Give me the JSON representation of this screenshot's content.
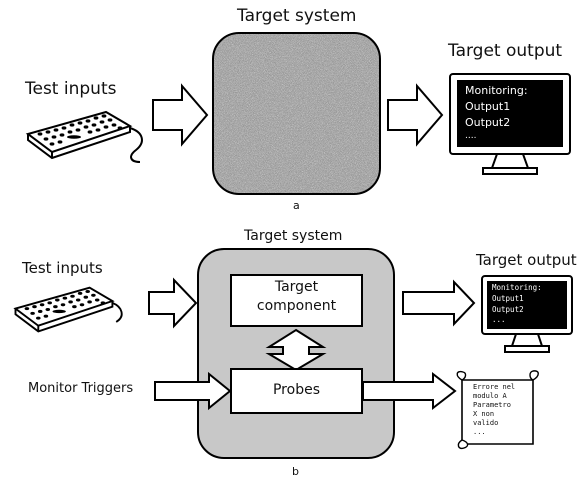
{
  "panel_a": {
    "caption": "a",
    "target_system_label": "Target system",
    "target_output_label": "Target output",
    "test_inputs_label": "Test inputs",
    "monitor_lines": [
      "Monitoring:",
      "Output1",
      "Output2",
      "...."
    ]
  },
  "panel_b": {
    "caption": "b",
    "target_system_label": "Target system",
    "target_output_label": "Target output",
    "test_inputs_label": "Test inputs",
    "monitor_triggers_label": "Monitor Triggers",
    "component_line1": "Target",
    "component_line2": "component",
    "probes_label": "Probes",
    "monitor_lines": [
      "Monitoring:",
      "Output1",
      "Output2",
      "..."
    ],
    "log_lines": [
      "Errore nel",
      "modulo A",
      "Parametro",
      "X non",
      "valido",
      "..."
    ]
  },
  "icons": {
    "keyboard": "keyboard-icon",
    "monitor": "monitor-icon",
    "scroll": "scroll-icon",
    "arrow": "arrow-icon"
  },
  "colors": {
    "system_box_b": "#c8c8c8",
    "screen": "#000000",
    "noise_box": "#8a8a8a"
  }
}
